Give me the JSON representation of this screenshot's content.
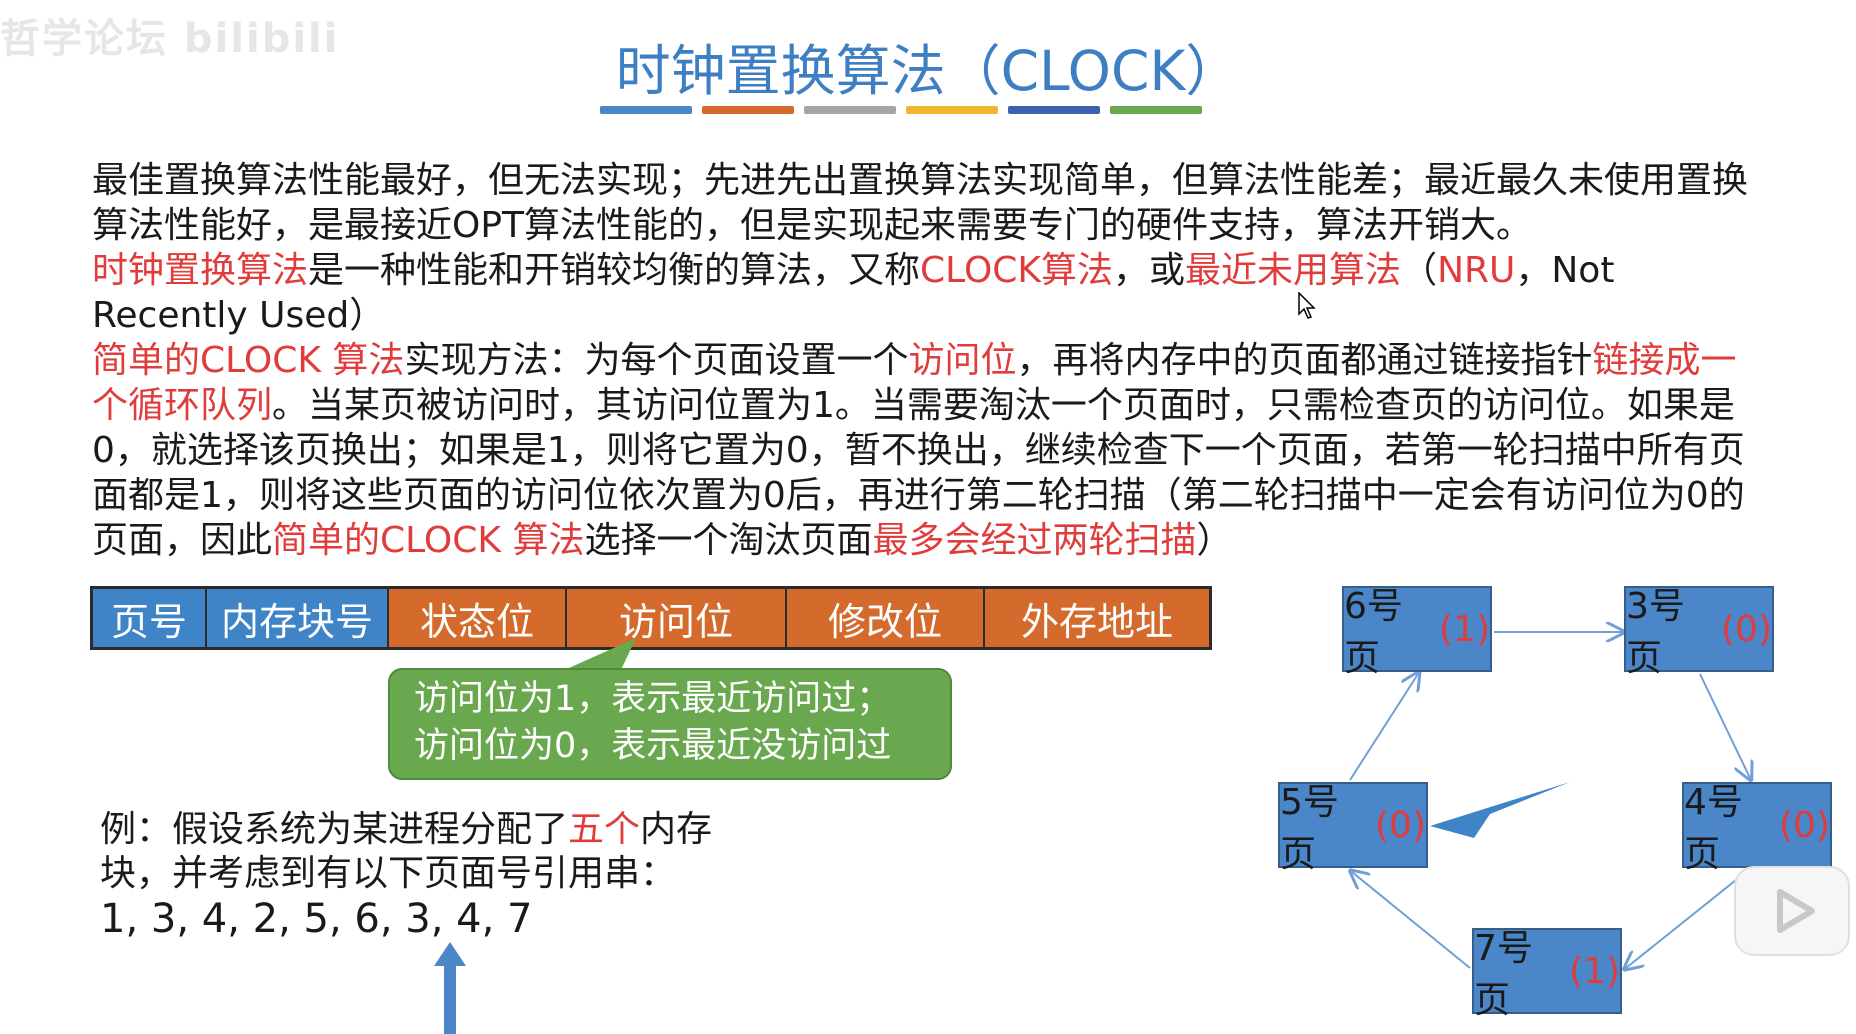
{
  "watermark": "哲学论坛 bilibili",
  "title": "时钟置换算法（CLOCK）",
  "colors": {
    "title": "#3e7fc4",
    "highlight": "#e03c3c",
    "bars": [
      "#4a86c8",
      "#d46b2c",
      "#a5a5a5",
      "#f2b534",
      "#3b62b0",
      "#6aa84f"
    ]
  },
  "para1": {
    "text": "最佳置换算法性能最好，但无法实现；先进先出置换算法实现简单，但算法性能差；最近最久未使用置换算法性能好，是最接近OPT算法性能的，但是实现起来需要专门的硬件支持，算法开销大。"
  },
  "para2": {
    "s1": "时钟置换算法",
    "s2": "是一种性能和开销较均衡的算法，又称",
    "s3": "CLOCK算法",
    "s4": "，或",
    "s5": "最近未用算法",
    "s6": "（",
    "s7": "NRU",
    "s8": "，Not Recently Used）"
  },
  "para3": {
    "s1": "简单的CLOCK 算法",
    "s2": "实现方法：为每个页面设置一个",
    "s3": "访问位",
    "s4": "，再将内存中的页面都通过链接指针",
    "s5": "链接成一个循环队列",
    "s6": "。当某页被访问时，其访问位置为1。当需要淘汰一个页面时，只需检查页的访问位。如果是0，就选择该页换出；如果是1，则将它置为0，暂不换出，继续检查下一个页面，若第一轮扫描中所有页面都是1，则将这些页面的访问位依次置为0后，再进行第二轮扫描（第二轮扫描中一定会有访问位为0的页面，因此",
    "s7": "简单的CLOCK 算法",
    "s8": "选择一个淘汰页面",
    "s9": "最多会经过两轮扫描",
    "s10": "）"
  },
  "table": {
    "headers": [
      "页号",
      "内存块号",
      "状态位",
      "访问位",
      "修改位",
      "外存地址"
    ]
  },
  "callout": {
    "line1": "访问位为1，表示最近访问过；",
    "line2": "访问位为0，表示最近没访问过"
  },
  "example": {
    "prefix": "例：假设系统为某进程分配了",
    "highlight": "五个",
    "suffix": "内存块，并考虑到有以下页面号引用串：",
    "sequence": "1, 3, 4, 2, 5, 6, 3, 4, 7"
  },
  "clock": {
    "nodes": [
      {
        "label": "6号页",
        "bit": "(1)"
      },
      {
        "label": "3号页",
        "bit": "(0)"
      },
      {
        "label": "4号页",
        "bit": "(0)"
      },
      {
        "label": "7号页",
        "bit": "(1)"
      },
      {
        "label": "5号页",
        "bit": "(0)"
      }
    ]
  }
}
